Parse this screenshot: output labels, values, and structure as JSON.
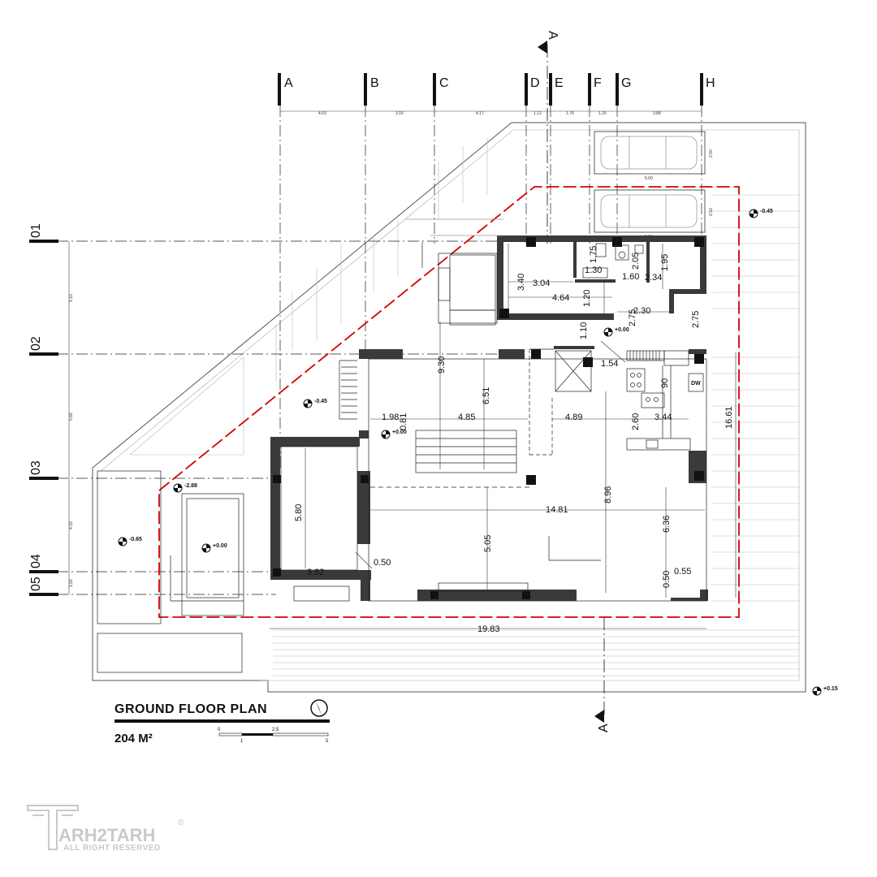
{
  "grid_columns": [
    "A",
    "B",
    "C",
    "D",
    "E",
    "F",
    "G",
    "H"
  ],
  "grid_rows": [
    "01",
    "02",
    "03",
    "04",
    "05"
  ],
  "grid_top_dims": [
    "4.03",
    "3.16",
    "4.17",
    "1.12",
    "1.76",
    "1.25",
    "3.88"
  ],
  "grid_left_dims": [
    "5.10",
    "5.66",
    "4.33",
    "1.02"
  ],
  "section_label": "A",
  "garage": {
    "depth_label": "2.50",
    "width_label": "5.00"
  },
  "dimensions": {
    "d_3_40": "3.40",
    "d_3_04": "3.04",
    "d_4_64": "4.64",
    "d_1_75": "1.75",
    "d_1_30": "1.30",
    "d_2_05": "2.05",
    "d_1_95": "1.95",
    "d_1_60": "1.60",
    "d_2_34": "2.34",
    "d_1_20": "1.20",
    "d_2_30": "2.30",
    "d_2_75a": "2.75",
    "d_2_75b": "2.75",
    "d_1_10": "1.10",
    "d_9_30": "9.30",
    "d_6_51": "6.51",
    "d_1_54": "1.54",
    "d_90": "90",
    "d_1_98": "1.98",
    "d_0_81": "0.81",
    "d_4_85": "4.85",
    "d_4_89": "4.89",
    "d_2_60": "2.60",
    "d_3_44": "3.44",
    "d_16_61": "16.61",
    "d_5_80": "5.80",
    "d_14_81": "14.81",
    "d_8_96": "8.96",
    "d_6_36": "6.36",
    "d_5_05": "5.05",
    "d_0_50a": "0.50",
    "d_0_50b": "0.50",
    "d_0_55": "0.55",
    "d_3_82": "3.82",
    "d_19_83": "19.83"
  },
  "levels": {
    "l1": "-0.45",
    "l2": "+0.00",
    "l3": "-0.45",
    "l4": "+0.00",
    "l5": "-2.88",
    "l6": "-0.65",
    "l7": "+0.00",
    "l8": "+0.15"
  },
  "appliance_label": "DW",
  "title": {
    "name": "GROUND FLOOR PLAN",
    "area": "204 M²"
  },
  "scale_bar": {
    "t0": "0",
    "t1": "1",
    "t25": "2.5",
    "t5": "5"
  },
  "watermark": {
    "brand": "ARH2TARH",
    "rights": "ALL RIGHT RESERVED",
    "mark": "©"
  },
  "colors": {
    "boundary": "#d40000",
    "wall": "#3a3a3a",
    "line": "#111111",
    "hatch": "#bbbbbb"
  }
}
